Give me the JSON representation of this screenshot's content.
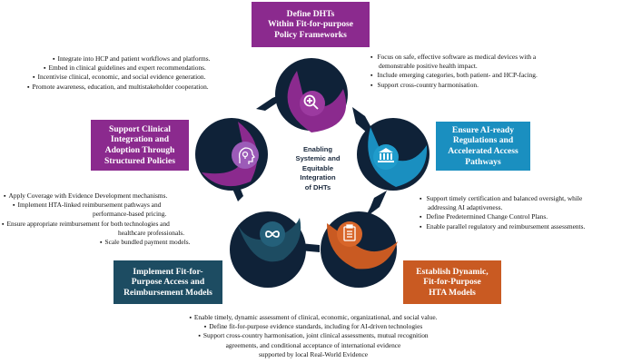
{
  "colors": {
    "navy": "#0f2238",
    "purple": "#8b2a8e",
    "light_purple": "#9c5bb8",
    "blue": "#1a8fc0",
    "teal": "#1d4c62",
    "orange": "#c95a22",
    "arrow": "#0f2238"
  },
  "center": {
    "lines": [
      "Enabling",
      "Systemic and",
      "Equitable",
      "Integration",
      "of DHTs"
    ]
  },
  "top": {
    "title_lines": [
      "Define DHTs",
      "Within Fit-for-purpose",
      "Policy Frameworks"
    ],
    "icon": "magnifier-plus-icon",
    "bullets": [
      "Focus on safe, effective software as medical devices with a",
      "demonstrable positive health impact.",
      "Include emerging categories, both patient- and HCP-facing.",
      "Support cross-country harmonisation."
    ]
  },
  "right": {
    "title_lines": [
      "Ensure AI-ready",
      "Regulations and",
      "Accelerated Access",
      "Pathways"
    ],
    "icon": "bank-building-icon",
    "bullets": [
      "Support timely certification and balanced oversight, while",
      "addressing AI adaptiveness.",
      "Define Predetermined Change Control Plans.",
      "Enable parallel regulatory and reimbursement assessments."
    ]
  },
  "bottom_right": {
    "title_lines": [
      "Establish Dynamic,",
      "Fit-for-Purpose",
      "HTA Models"
    ],
    "icon": "clipboard-checklist-icon",
    "bullets": [
      "Enable timely, dynamic assessment of clinical, economic, organizational, and social value.",
      "Define fit-for-purpose evidence standards, including for AI-driven technologies",
      "Support cross-country harmonisation, joint clinical assessments, mutual recognition",
      "agreements, and conditional acceptance of international evidence",
      "supported by local Real-World Evidence"
    ]
  },
  "bottom_left": {
    "title_lines": [
      "Implement Fit-for-",
      "Purpose Access and",
      "Reimbursement Models"
    ],
    "icon": "infinity-icon",
    "bullets": [
      "Apply Coverage with Evidence Development mechanisms.",
      "Implement HTA-linked reimbursement pathways and",
      "performance-based pricing.",
      "Ensure appropriate reimbursement for both technologies and",
      "healthcare professionals.",
      "Scale bundled payment models."
    ]
  },
  "left": {
    "title_lines": [
      "Support Clinical",
      "Integration and",
      "Adoption Through",
      "Structured Policies"
    ],
    "icon": "head-lightbulb-icon",
    "bullets": [
      "Integrate into HCP and patient workflows and platforms.",
      "Embed in clinical guidelines and expert recommendations.",
      "Incentivise clinical, economic, and social evidence generation.",
      "Promote awareness, education, and multistakeholder cooperation."
    ]
  }
}
